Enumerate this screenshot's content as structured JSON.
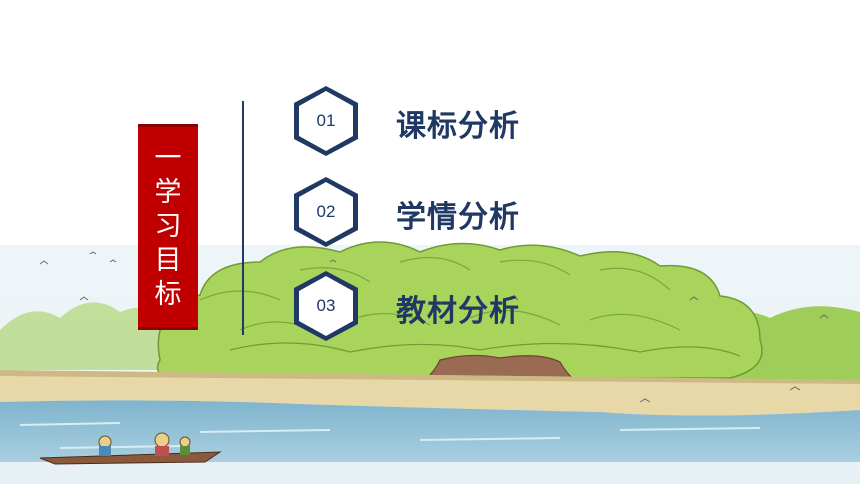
{
  "side_label": {
    "chars": [
      "一",
      "学",
      "习",
      "目",
      "标"
    ]
  },
  "items": [
    {
      "number": "01",
      "label": "课标分析"
    },
    {
      "number": "02",
      "label": "学情分析"
    },
    {
      "number": "03",
      "label": "教材分析"
    }
  ],
  "colors": {
    "accent_red": "#c00000",
    "navy": "#1f3864",
    "tree_green": "#a6d65a",
    "river_blue": "#7fb3cc"
  },
  "icons": [
    "hexagon-badge-icon",
    "tree-illustration",
    "boat-illustration",
    "bird-icon"
  ]
}
